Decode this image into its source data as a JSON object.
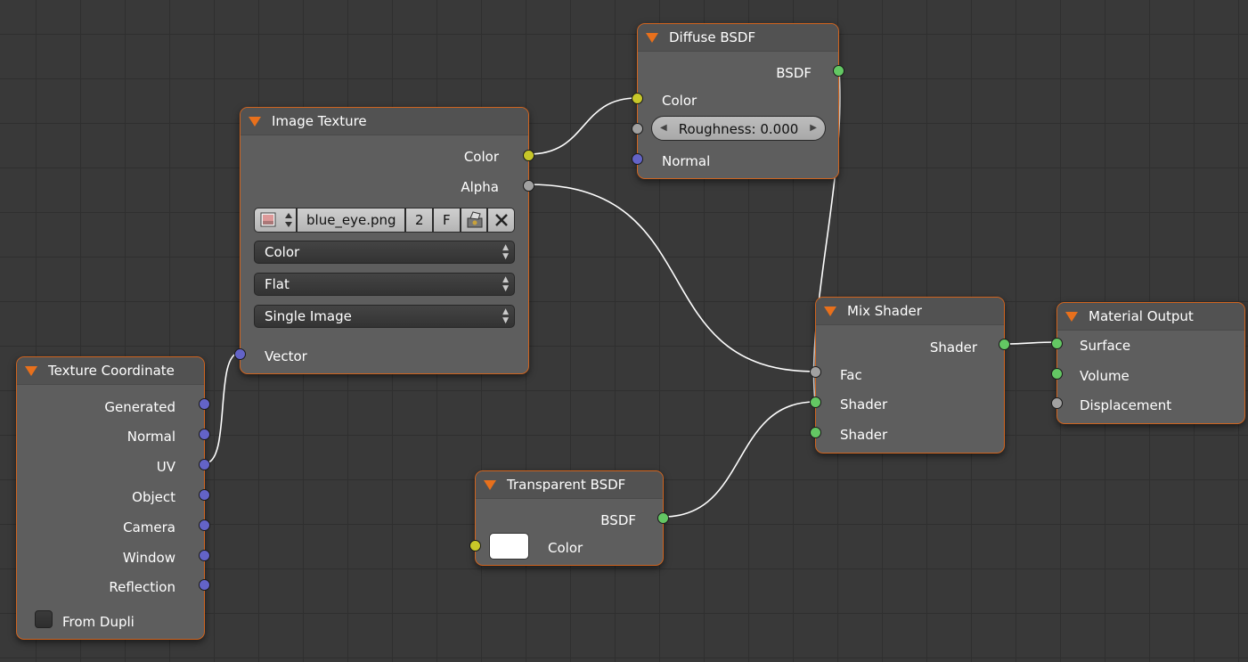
{
  "editor": "node-editor",
  "accent_color": "#e8701c",
  "socket_colors": {
    "color": "#c7c729",
    "float": "#a1a1a1",
    "vector": "#6363c7",
    "shader": "#63c763"
  },
  "nodes": {
    "image_texture": {
      "title": "Image Texture",
      "outputs": [
        "Color",
        "Alpha"
      ],
      "image_name": "blue_eye.png",
      "users_count": "2",
      "fake_user": "F",
      "color_space": "Color",
      "projection": "Flat",
      "source": "Single Image",
      "input_vector": "Vector"
    },
    "diffuse_bsdf": {
      "title": "Diffuse BSDF",
      "output": "BSDF",
      "input_color": "Color",
      "roughness": "Roughness: 0.000",
      "input_normal": "Normal"
    },
    "texture_coordinate": {
      "title": "Texture Coordinate",
      "outputs": [
        "Generated",
        "Normal",
        "UV",
        "Object",
        "Camera",
        "Window",
        "Reflection"
      ],
      "from_dupli": "From Dupli"
    },
    "mix_shader": {
      "title": "Mix Shader",
      "output": "Shader",
      "input_fac": "Fac",
      "input_shader_1": "Shader",
      "input_shader_2": "Shader"
    },
    "material_output": {
      "title": "Material Output",
      "inputs": [
        "Surface",
        "Volume",
        "Displacement"
      ]
    },
    "transparent_bsdf": {
      "title": "Transparent BSDF",
      "output": "BSDF",
      "input_color": "Color",
      "color_value": "#ffffff"
    }
  }
}
